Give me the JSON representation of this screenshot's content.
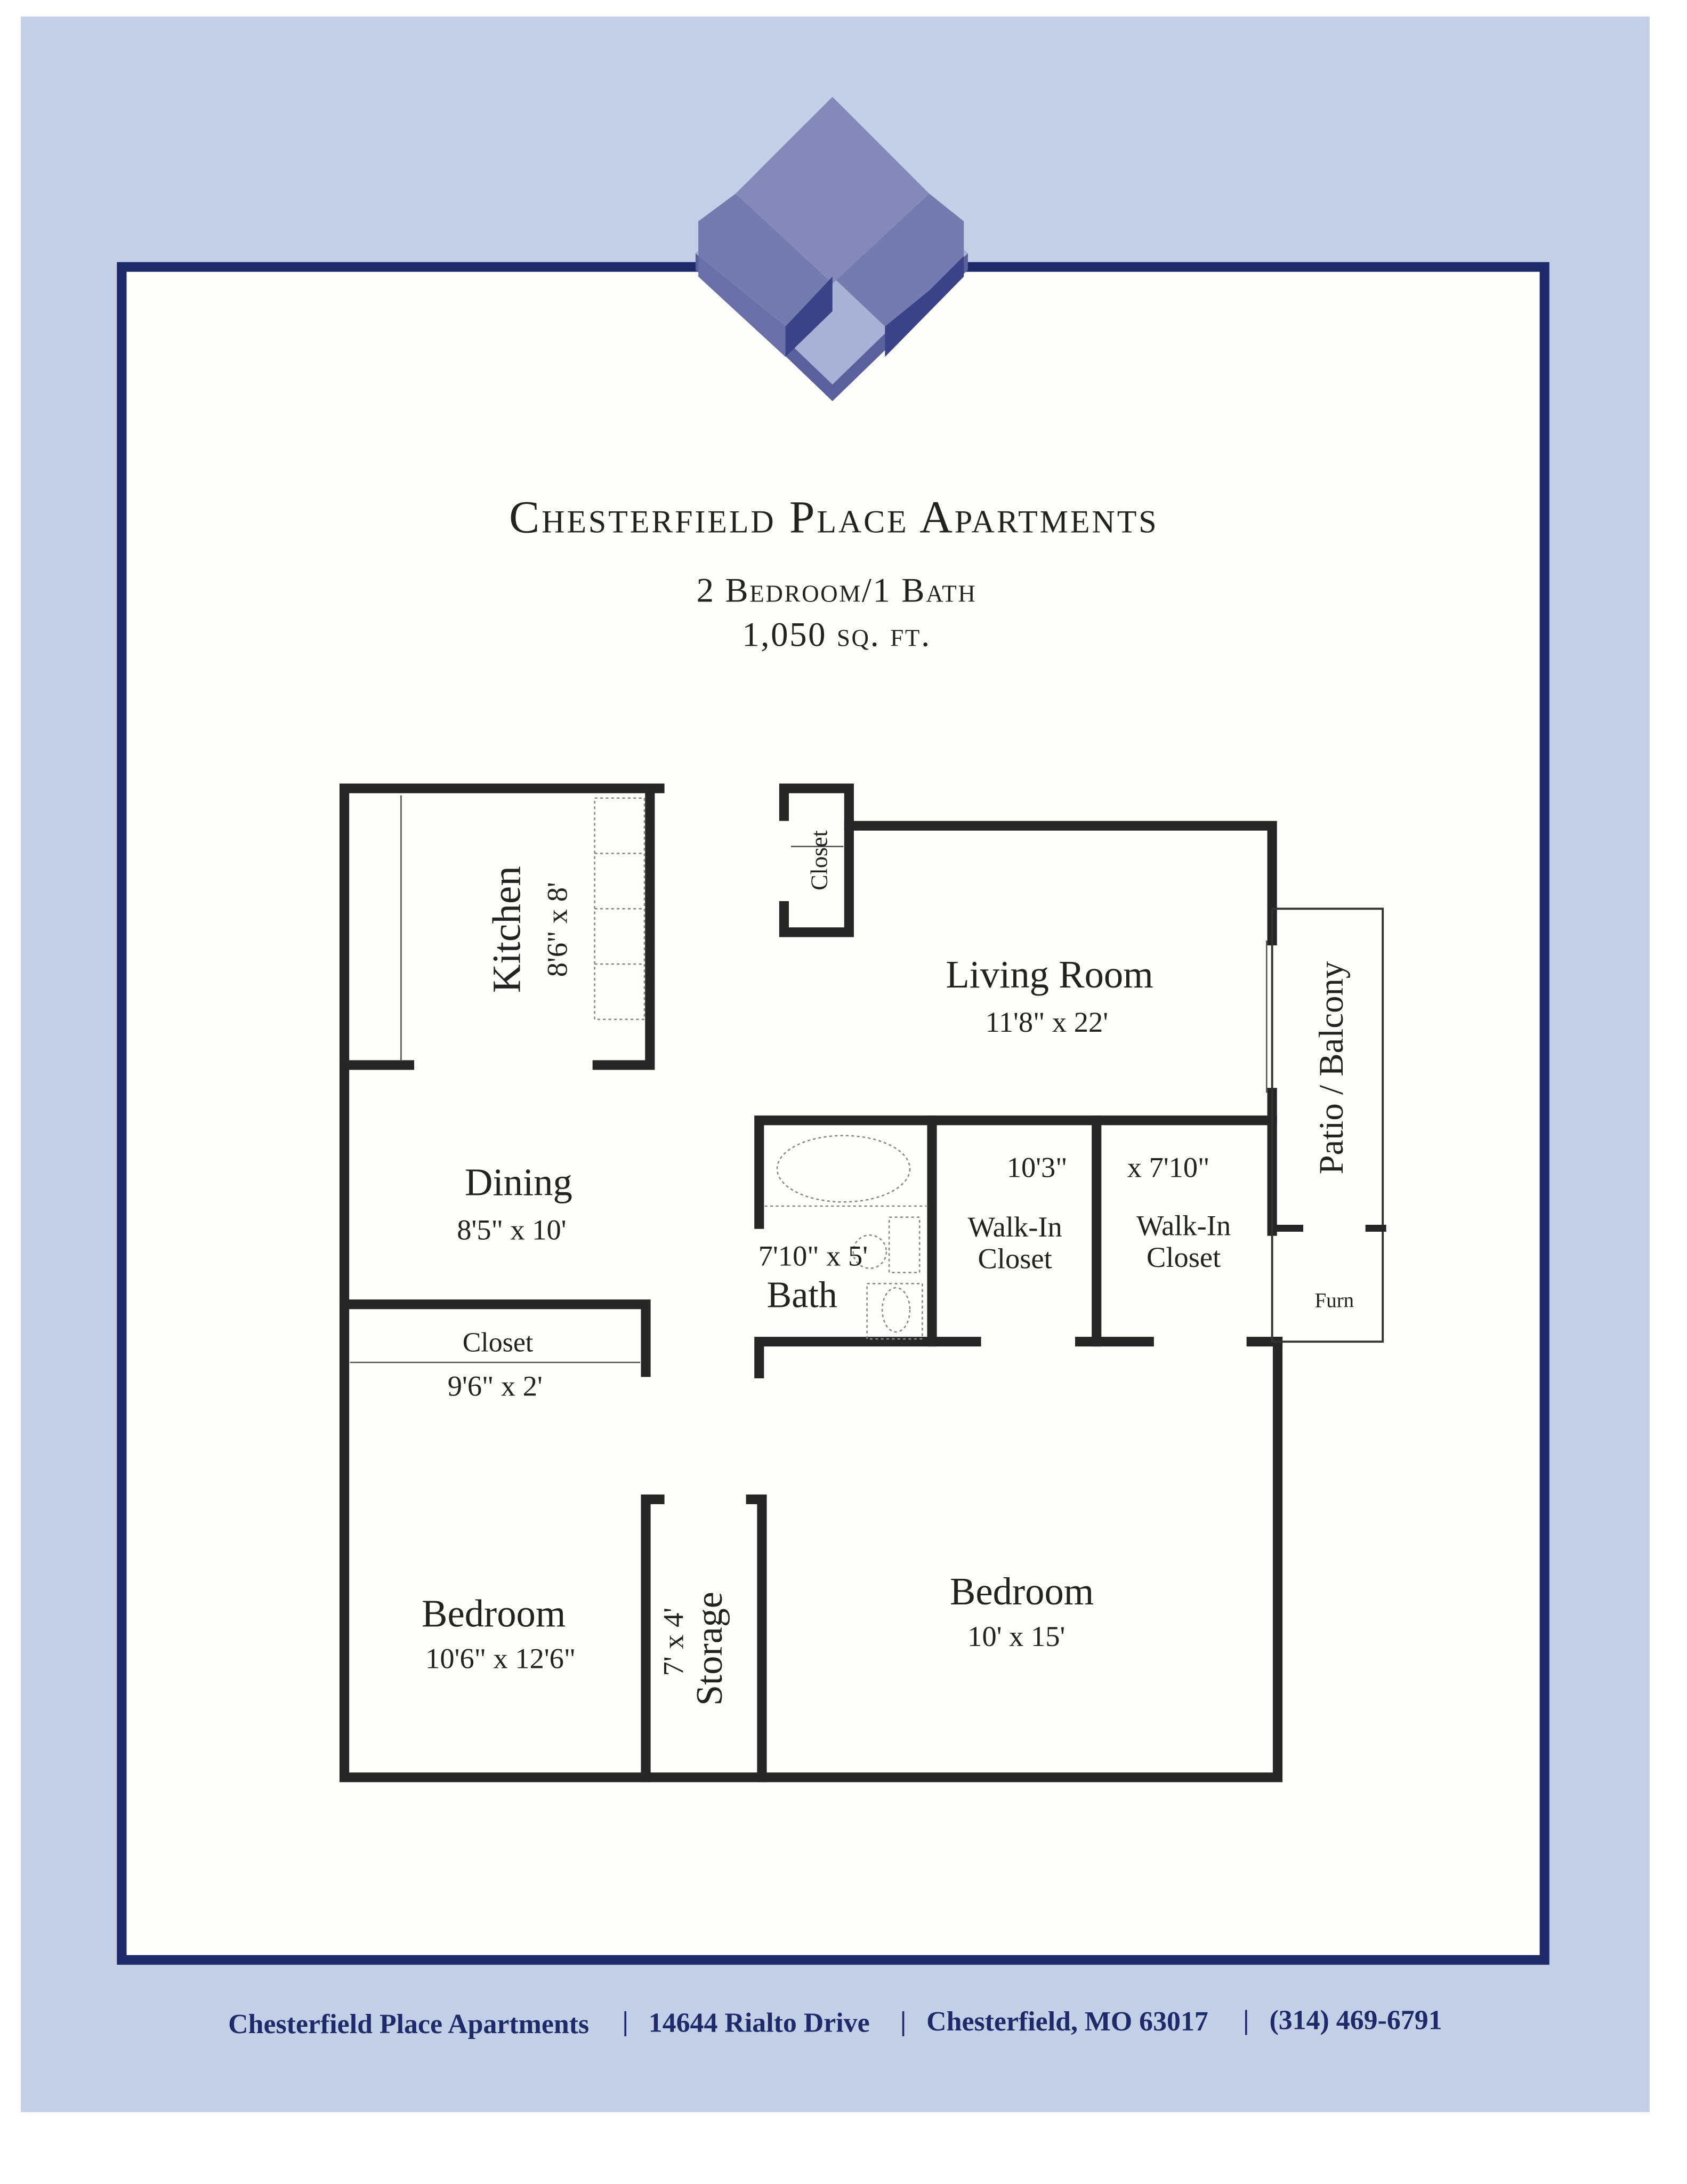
{
  "header": {
    "title": "Chesterfield Place Apartments",
    "unit_type": "2 Bedroom/1 Bath",
    "area": "1,050 sq. ft."
  },
  "rooms": {
    "kitchen": {
      "name": "Kitchen",
      "size": "8'6\" x 8'"
    },
    "closet_entry": {
      "name": "Closet"
    },
    "living": {
      "name": "Living Room",
      "size": "11'8\" x 22'"
    },
    "patio": {
      "name": "Patio / Balcony"
    },
    "furn": {
      "name": "Furn"
    },
    "dining": {
      "name": "Dining",
      "size": "8'5\" x 10'"
    },
    "bath": {
      "name": "Bath",
      "size": "7'10\" x 5'"
    },
    "walkin_1": {
      "name": "Walk-In Closet",
      "line1": "Walk-In",
      "line2": "Closet",
      "size_part": "10'3\""
    },
    "walkin_2": {
      "name": "Walk-In Closet",
      "line1": "Walk-In",
      "line2": "Closet",
      "size_part": "x 7'10\""
    },
    "hall_closet": {
      "name": "Closet",
      "size": "9'6\" x 2'"
    },
    "bedroom_1": {
      "name": "Bedroom",
      "size": "10'6\" x 12'6\""
    },
    "storage": {
      "name": "Storage",
      "size": "7' x 4'"
    },
    "bedroom_2": {
      "name": "Bedroom",
      "size": "10' x 15'"
    }
  },
  "footer": {
    "name": "Chesterfield Place Apartments",
    "address": "14644 Rialto Drive",
    "city": "Chesterfield, MO 63017",
    "phone": "(314) 469-6791",
    "separator": "|"
  },
  "colors": {
    "background": "#c3cfe6",
    "frame": "#1f2a6b",
    "logo": "#6a6fa8",
    "walls": "#262626",
    "footer_text": "#1f2a6b"
  },
  "logo": {
    "icon": "diamond-w-logo-icon"
  }
}
